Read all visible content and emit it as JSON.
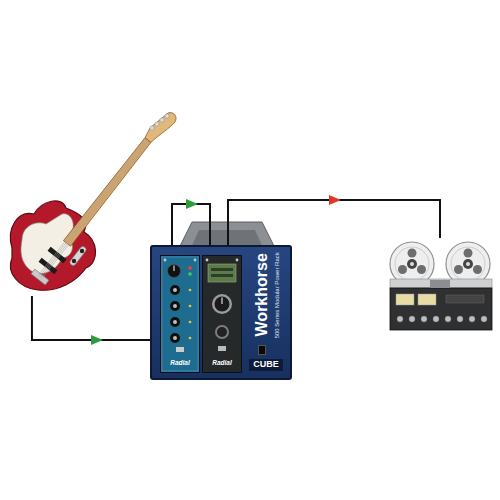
{
  "diagram": {
    "nodes": [
      {
        "text": []
      },
      {
        "text": [
          "Workhorse",
          "500 Series Modular Power Rack",
          "CUBE"
        ]
      },
      {
        "text": [
          "Radial"
        ],
        "in": 1
      },
      {
        "text": [
          "Radial"
        ],
        "in": 1
      },
      {
        "text": []
      }
    ],
    "edges": [
      {
        "from": 0,
        "to": 2,
        "arrow": "to"
      },
      {
        "from": 2,
        "to": 3,
        "arrow": "to"
      },
      {
        "from": 3,
        "to": 4,
        "arrow": "to"
      }
    ]
  }
}
